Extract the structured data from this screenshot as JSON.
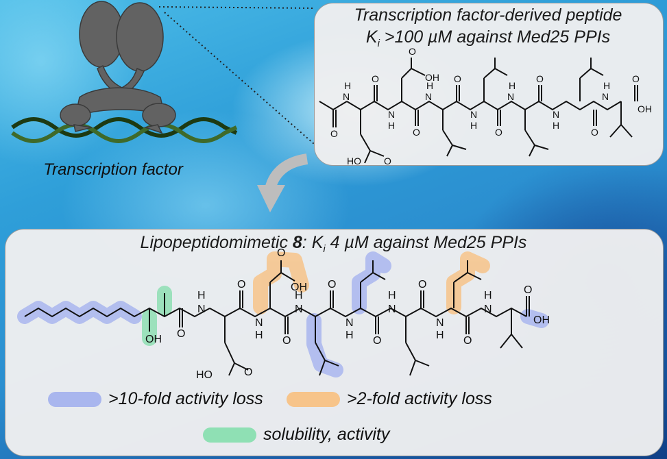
{
  "illustration": {
    "label": "Transcription factor"
  },
  "top_panel": {
    "title_line1": "Transcription factor-derived peptide",
    "title_line2_symbol": "K",
    "title_line2_subscript": "i",
    "title_line2_rest": " >100 µM against Med25 PPIs"
  },
  "bottom_panel": {
    "title_prefix": "Lipopeptidomimetic ",
    "title_compound": "8",
    "title_colon": ": K",
    "title_subscript": "i",
    "title_rest": " 4 µM against Med25 PPIs"
  },
  "atom_labels": {
    "h": "H",
    "n": "N",
    "o": "O",
    "oh": "OH",
    "ho": "HO"
  },
  "legend": [
    {
      "label": ">10-fold activity loss",
      "color": "#a9b6ee"
    },
    {
      "label": ">2-fold activity loss",
      "color": "#f7c48a"
    },
    {
      "label": "solubility, activity",
      "color": "#8fe0b4"
    }
  ],
  "colors": {
    "panel_bg": "#eeeef0",
    "protein": "#626262",
    "dna": "#2f4f1f",
    "arrow": "#bdbdbd"
  }
}
